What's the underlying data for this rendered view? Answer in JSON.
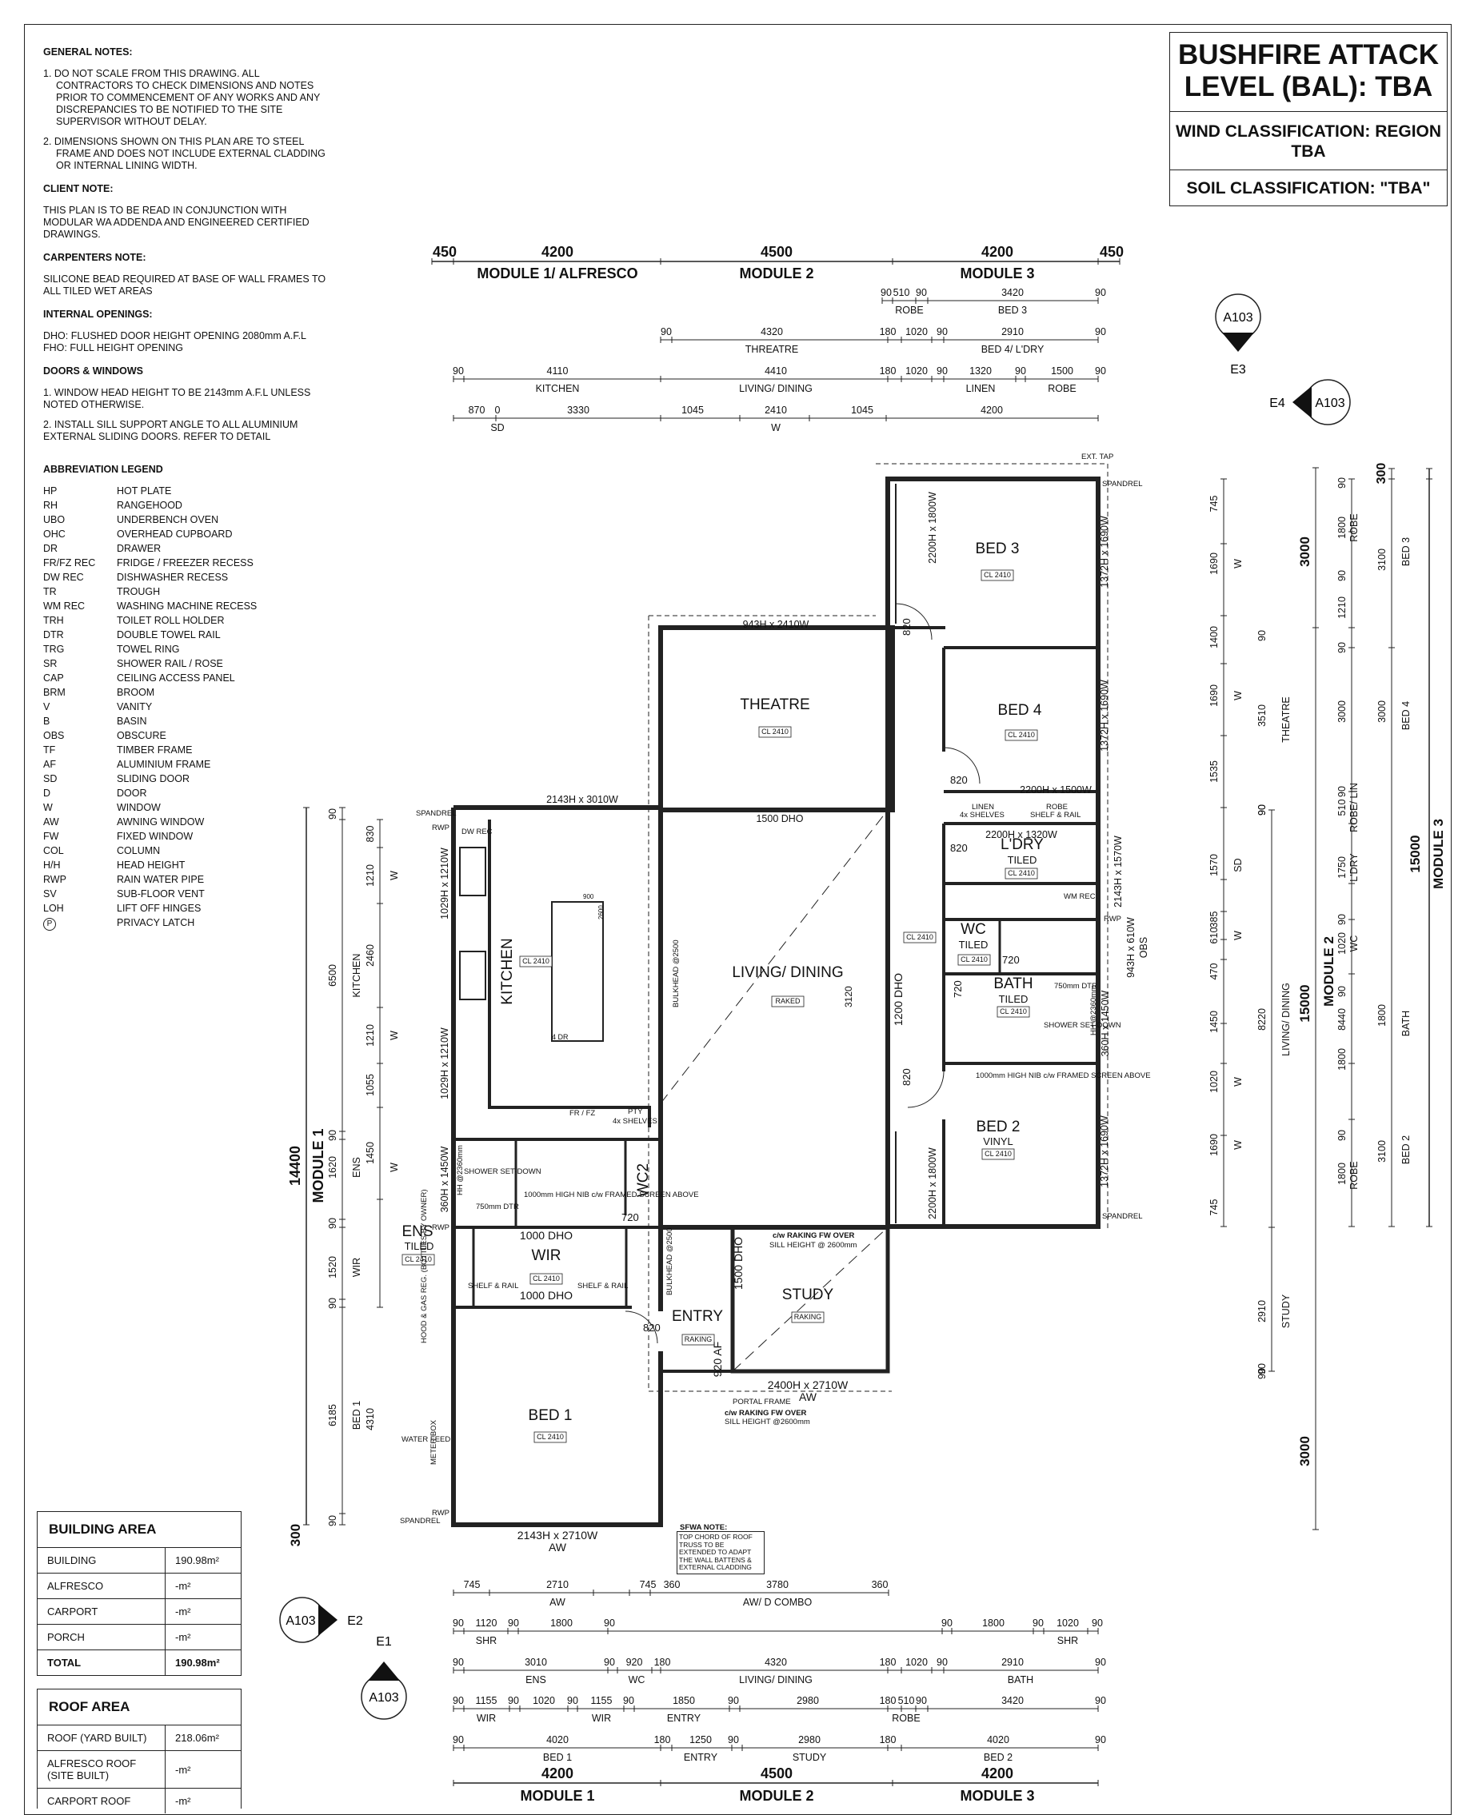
{
  "general_notes": {
    "heading": "GENERAL NOTES:",
    "note1": "1. DO NOT SCALE FROM THIS DRAWING. ALL CONTRACTORS TO CHECK DIMENSIONS AND NOTES PRIOR TO COMMENCEMENT OF ANY WORKS AND ANY DISCREPANCIES TO BE NOTIFIED TO THE SITE SUPERVISOR WITHOUT DELAY.",
    "note2": "2. DIMENSIONS SHOWN ON THIS PLAN ARE TO STEEL FRAME AND DOES NOT INCLUDE EXTERNAL CLADDING OR INTERNAL LINING WIDTH.",
    "client_heading": "CLIENT NOTE:",
    "client_note": "THIS PLAN IS TO BE READ IN CONJUNCTION WITH MODULAR WA ADDENDA AND ENGINEERED CERTIFIED DRAWINGS.",
    "carpenters_heading": "CARPENTERS NOTE:",
    "carpenters_note": "SILICONE BEAD REQUIRED AT BASE OF WALL FRAMES TO ALL TILED WET AREAS",
    "openings_heading": "INTERNAL OPENINGS:",
    "openings_dho": "DHO: FLUSHED DOOR HEIGHT OPENING 2080mm A.F.L",
    "openings_fho": "FHO: FULL HEIGHT OPENING",
    "doors_heading": "DOORS & WINDOWS",
    "doors_note1": "1. WINDOW HEAD HEIGHT TO BE 2143mm A.F.L UNLESS NOTED OTHERWISE.",
    "doors_note2": "2. INSTALL SILL SUPPORT ANGLE TO ALL ALUMINIUM EXTERNAL SLIDING DOORS. REFER TO DETAIL",
    "abbr_heading": "ABBREVIATION LEGEND",
    "abbreviations": [
      [
        "HP",
        "HOT PLATE"
      ],
      [
        "RH",
        "RANGEHOOD"
      ],
      [
        "UBO",
        "UNDERBENCH OVEN"
      ],
      [
        "OHC",
        "OVERHEAD CUPBOARD"
      ],
      [
        "DR",
        "DRAWER"
      ],
      [
        "FR/FZ REC",
        "FRIDGE / FREEZER RECESS"
      ],
      [
        "DW REC",
        "DISHWASHER RECESS"
      ],
      [
        "TR",
        "TROUGH"
      ],
      [
        "WM REC",
        "WASHING MACHINE RECESS"
      ],
      [
        "TRH",
        "TOILET ROLL HOLDER"
      ],
      [
        "DTR",
        "DOUBLE TOWEL RAIL"
      ],
      [
        "TRG",
        "TOWEL RING"
      ],
      [
        "SR",
        "SHOWER RAIL / ROSE"
      ],
      [
        "CAP",
        "CEILING ACCESS PANEL"
      ],
      [
        "BRM",
        "BROOM"
      ],
      [
        "V",
        "VANITY"
      ],
      [
        "B",
        "BASIN"
      ],
      [
        "OBS",
        "OBSCURE"
      ],
      [
        "TF",
        "TIMBER FRAME"
      ],
      [
        "AF",
        "ALUMINIUM FRAME"
      ],
      [
        "SD",
        "SLIDING DOOR"
      ],
      [
        "D",
        "DOOR"
      ],
      [
        "W",
        "WINDOW"
      ],
      [
        "AW",
        "AWNING WINDOW"
      ],
      [
        "FW",
        "FIXED WINDOW"
      ],
      [
        "COL",
        "COLUMN"
      ],
      [
        "H/H",
        "HEAD HEIGHT"
      ],
      [
        "RWP",
        "RAIN WATER PIPE"
      ],
      [
        "SV",
        "SUB-FLOOR VENT"
      ],
      [
        "LOH",
        "LIFT OFF HINGES"
      ],
      [
        "P",
        "PRIVACY LATCH"
      ]
    ]
  },
  "title_block": {
    "bal": "BUSHFIRE ATTACK LEVEL (BAL): TBA",
    "wind": "WIND CLASSIFICATION: REGION TBA",
    "soil": "SOIL CLASSIFICATION: \"TBA\""
  },
  "building_area": {
    "heading": "BUILDING AREA",
    "rows": [
      [
        "BUILDING",
        "190.98m²"
      ],
      [
        "ALFRESCO",
        "-m²"
      ],
      [
        "CARPORT",
        "-m²"
      ],
      [
        "PORCH",
        "-m²"
      ],
      [
        "TOTAL",
        "190.98m²"
      ]
    ]
  },
  "roof_area": {
    "heading": "ROOF AREA",
    "rows": [
      [
        "ROOF (YARD BUILT)",
        "218.06m²"
      ],
      [
        "ALFRESCO ROOF (SITE BUILT)",
        "-m²"
      ],
      [
        "CARPORT ROOF",
        "-m²"
      ]
    ]
  },
  "rooms": {
    "bed3": "BED 3",
    "bed4": "BED 4",
    "theatre": "THEATRE",
    "ldry": "L'DRY",
    "ldry_tiled": "TILED",
    "wc": "WC",
    "wc_tiled": "TILED",
    "bath": "BATH",
    "bath_tiled": "TILED",
    "living": "LIVING/ DINING",
    "kitchen": "KITCHEN",
    "bed2": "BED 2",
    "bed2_vinyl": "VINYL",
    "ens": "ENS",
    "ens_tiled": "TILED",
    "wir": "WIR",
    "wc2": "WC2",
    "entry": "ENTRY",
    "study": "STUDY",
    "bed1": "BED 1",
    "cl": "CL 2410",
    "raked": "RAKED",
    "raking": "RAKING",
    "dash": "-"
  },
  "top_dims": {
    "row1": [
      "450",
      "4200",
      "4500",
      "4200",
      "450"
    ],
    "modules": [
      "MODULE 1/ ALFRESCO",
      "MODULE 2",
      "MODULE 3"
    ],
    "row2": [
      "90",
      "510",
      "90",
      "3420",
      "90",
      "ROBE",
      "BED 3"
    ],
    "row3": [
      "90",
      "4320",
      "180",
      "1020",
      "90",
      "2910",
      "90",
      "THREATRE",
      "BED 4/ L'DRY"
    ],
    "row4": [
      "90",
      "4110",
      "4410",
      "180",
      "1020",
      "90",
      "1320",
      "90",
      "1500",
      "90",
      "KITCHEN",
      "LIVING/ DINING",
      "LINEN",
      "ROBE"
    ],
    "row5": [
      "870",
      "0",
      "3330",
      "1045",
      "2410",
      "1045",
      "4200",
      "SD",
      "W"
    ]
  },
  "bottom_dims": {
    "row1": [
      "745",
      "2710",
      "745",
      "360",
      "3780",
      "360",
      "AW",
      "AW/ D COMBO"
    ],
    "row2": [
      "90",
      "1120",
      "90",
      "1800",
      "90",
      "SHR",
      "90",
      "1800",
      "90",
      "1020",
      "90",
      "SHR"
    ],
    "row3": [
      "90",
      "3010",
      "90",
      "920",
      "180",
      "4320",
      "180",
      "1020",
      "90",
      "2910",
      "90",
      "ENS",
      "WC",
      "LIVING/ DINING",
      "BATH"
    ],
    "row4": [
      "90",
      "1155",
      "90",
      "1020",
      "90",
      "1155",
      "90",
      "1850",
      "90",
      "2980",
      "180",
      "510",
      "90",
      "3420",
      "90",
      "WIR",
      "WIR",
      "ENTRY",
      "ROBE"
    ],
    "row5": [
      "90",
      "4020",
      "180",
      "1250",
      "90",
      "2980",
      "180",
      "4020",
      "90",
      "BED 1",
      "ENTRY",
      "STUDY",
      "BED 2"
    ],
    "row6": [
      "4200",
      "4500",
      "4200"
    ],
    "modules": [
      "MODULE 1",
      "MODULE 2",
      "MODULE 3"
    ]
  },
  "left_dims": {
    "total": "14400",
    "module": "MODULE 1",
    "d300": "300",
    "c1": [
      "90",
      "6500",
      "90",
      "1620",
      "90",
      "1520",
      "90",
      "6185",
      "90"
    ],
    "c1_labels": [
      "KITCHEN",
      "ENS",
      "WIR",
      "BED 1"
    ],
    "c2": [
      "830",
      "1210",
      "2460",
      "1210",
      "1055",
      "1450",
      "4310"
    ],
    "c2_labels": [
      "W",
      "W",
      "W"
    ]
  },
  "right_dims": {
    "c1": [
      "745",
      "1690",
      "1400",
      "1690",
      "1535",
      "1570",
      "385",
      "610",
      "470",
      "1450",
      "1020",
      "1690",
      "745"
    ],
    "c1_labels": [
      "W",
      "W",
      "SD",
      "W",
      "OBS",
      "W",
      "W"
    ],
    "c2": [
      "90",
      "3510",
      "90",
      "90",
      "90",
      "8220",
      "90",
      "90",
      "2910",
      "90"
    ],
    "c2_labels": [
      "THEATRE",
      "LIVING/ DINING",
      "STUDY"
    ],
    "c3": [
      "3000",
      "15000",
      "3000"
    ],
    "c3_labels": [
      "MODULE 2"
    ],
    "c4": [
      "90",
      "1800",
      "90",
      "1210",
      "90",
      "3000",
      "90",
      "510",
      "1750",
      "90",
      "1020",
      "90",
      "1800",
      "90",
      "1210",
      "90",
      "3100",
      "90",
      "1800",
      "90",
      "3100",
      "90",
      "8440"
    ],
    "c4_labels": [
      "ROBE",
      "ROBE/ LIN",
      "L'DRY",
      "WC",
      "ROBE"
    ],
    "c5": [
      "300",
      "3100",
      "3000",
      "15000"
    ],
    "c5_labels": [
      "BED 3",
      "BED 4",
      "BATH",
      "BED 2"
    ],
    "module3": "MODULE 3"
  },
  "openings": {
    "w_bed3_top": "943H x 2410W",
    "w_bed3": "1372H x 1690W",
    "robe_bed3": "2200H x 1800W",
    "w_bed4": "1372H x 1690W",
    "robe_bed4": "2200H x 1500W",
    "ldry_door": "2200H x 1320W",
    "w_ldry": "2143H x 1570W",
    "w_wc": "943H x 610W",
    "obs": "OBS",
    "w_bath": "360H x 1450W",
    "w_bed2": "1372H x 1690W",
    "robe_bed2": "2200H x 1800W",
    "w_living_top": "2143H x 3010W",
    "dho_1500": "1500 DHO",
    "dho_1200": "1200 DHO",
    "w_kitchen1": "1029H x 1210W",
    "w_kitchen2": "1029H x 1210W",
    "w_ens": "360H x 1450W",
    "dho_1000a": "1000 DHO",
    "dho_1000b": "1000 DHO",
    "dho_1500b": "1500 DHO",
    "w_study": "2400H x 2710W",
    "aw": "AW",
    "w_bed1": "2143H x 2710W",
    "aw2": "AW",
    "entry_af": "920 AF"
  },
  "annotations": {
    "ext_tap": "EXT. TAP",
    "spandrel": "SPANDREL",
    "rwp": "RWP",
    "col": "COL",
    "cap": "CAP",
    "linen": "LINEN",
    "linen_shelves": "4x SHELVES",
    "robe": "ROBE",
    "shelf_rail": "SHELF & RAIL",
    "wm_rec": "WM REC",
    "dw_rec": "DW REC",
    "fr_fz": "FR / FZ",
    "pty": "PTY",
    "pty_shelves": "4x SHELVES",
    "shower": "SHOWER SET-DOWN",
    "dtr": "750mm DTR",
    "nib": "1000mm HIGH NIB c/w FRAMED SCREEN ABOVE",
    "bulkhead": "BULKHEAD @2500",
    "raking_fw": "c/w RAKING FW OVER",
    "sill": "SILL HEIGHT @ 2600mm",
    "portal": "PORTAL FRAME",
    "raking_fw2": "c/w RAKING FW OVER",
    "sill2": "SILL HEIGHT @2600mm",
    "sfwa": "SFWA NOTE:",
    "sfwa_text": "TOP CHORD OF ROOF TRUSS TO BE EXTENDED TO ADAPT THE WALL BATTENS & EXTERNAL CLADDING",
    "water_feed": "WATER FEED",
    "meter_box": "METER BOX",
    "hood_gas": "HOOD & GAS REG. (BOTTLES BY OWNER)",
    "hh": "HH @2360mm",
    "d820": "820",
    "d720": "720",
    "dr4": "4 DR",
    "d900": "900",
    "d2600": "2600",
    "d1000": "1000",
    "d3120": "3120",
    "p": "P"
  },
  "section_markers": {
    "e1": "E1",
    "e2": "E2",
    "e3": "E3",
    "e4": "E4",
    "ref": "A103"
  }
}
